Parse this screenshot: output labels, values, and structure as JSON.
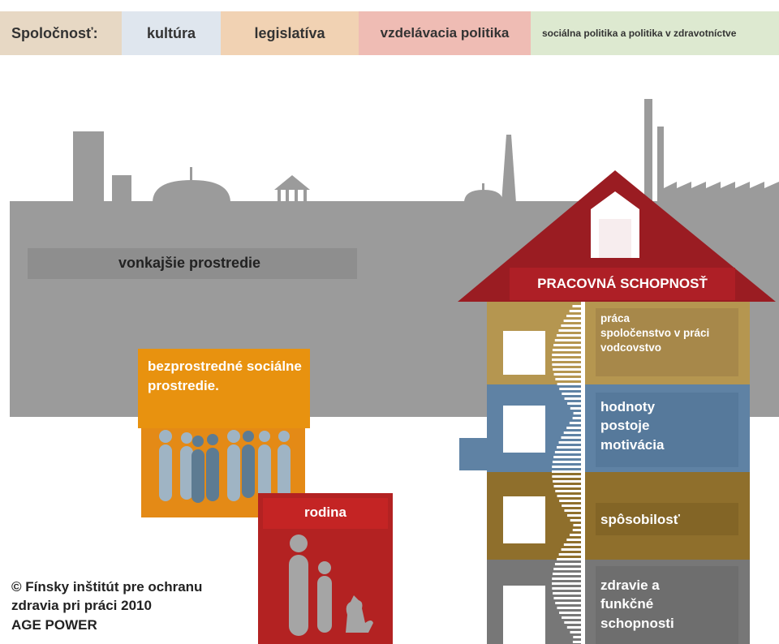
{
  "society_bar": {
    "label": "Spoločnosť:",
    "tabs": [
      {
        "label": "kultúra",
        "color": "#dfe6ee"
      },
      {
        "label": "legislatíva",
        "color": "#f1d2b3"
      },
      {
        "label": "vzdelávacia politika",
        "color": "#efbcb4"
      },
      {
        "label": "sociálna politika a politika v zdravotníctve",
        "color": "#dde9d0"
      }
    ]
  },
  "environment": {
    "outer_label": "vonkajšie prostredie",
    "immediate_label": "bezprostredné sociálne prostredie.",
    "family_label": "rodina"
  },
  "house": {
    "roof_label": "PRACOVNÁ SCHOPNOSŤ",
    "floors": [
      {
        "lines": [
          "práca",
          "spoločenstvo v práci",
          "vodcovstvo"
        ],
        "color": "#b59650"
      },
      {
        "lines": [
          "hodnoty",
          "postoje",
          "motivácia"
        ],
        "color": "#5f82a4"
      },
      {
        "lines": [
          "spôsobilosť"
        ],
        "color": "#8f6f2c"
      },
      {
        "lines": [
          "zdravie a",
          "funkčné",
          "schopnosti"
        ],
        "color": "#777777"
      }
    ]
  },
  "copyright": {
    "line1": "© Fínsky inštitút pre ochranu",
    "line2": "zdravia pri práci 2010",
    "line3": "AGE POWER"
  },
  "colors": {
    "skyline_gray": "#9b9b9b",
    "roof_red": "#9a1c22",
    "orange": "#e48a16",
    "family_red": "#b32222"
  }
}
